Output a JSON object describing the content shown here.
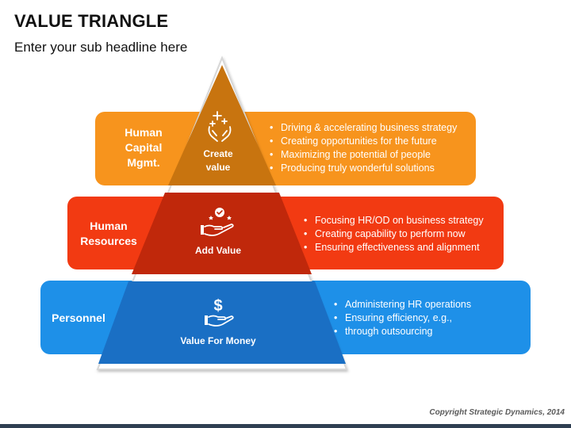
{
  "header": {
    "title": "VALUE TRIANGLE",
    "subtitle": "Enter your sub headline here"
  },
  "tiers": [
    {
      "band_label_lines": [
        "Human",
        "Capital",
        "Mgmt."
      ],
      "tier_label_lines": [
        "Create",
        "value"
      ],
      "icon": "hands-with-sparkles-icon",
      "bullets": [
        "Driving & accelerating business strategy",
        "Creating opportunities for the future",
        "Maximizing the potential of people",
        "Producing truly wonderful solutions"
      ],
      "band_color": "#F7941D",
      "tier_color": "#C8740F"
    },
    {
      "band_label_lines": [
        "Human",
        "Resources"
      ],
      "tier_label_lines": [
        "Add Value"
      ],
      "icon": "hand-with-stars-and-check-icon",
      "bullets": [
        "Focusing HR/OD on business strategy",
        "Creating capability to perform now",
        "Ensuring effectiveness and alignment"
      ],
      "band_color": "#F23A12",
      "tier_color": "#C0280B"
    },
    {
      "band_label_lines": [
        "Personnel"
      ],
      "tier_label_lines": [
        "Value For Money"
      ],
      "icon": "dollar-in-hand-icon",
      "bullets": [
        "Administering HR operations",
        "Ensuring efficiency, e.g.,",
        "through outsourcing"
      ],
      "band_color": "#1E90E8",
      "tier_color": "#1A6FC4"
    }
  ],
  "footer": {
    "copyright": "Copyright Strategic Dynamics, 2014"
  }
}
